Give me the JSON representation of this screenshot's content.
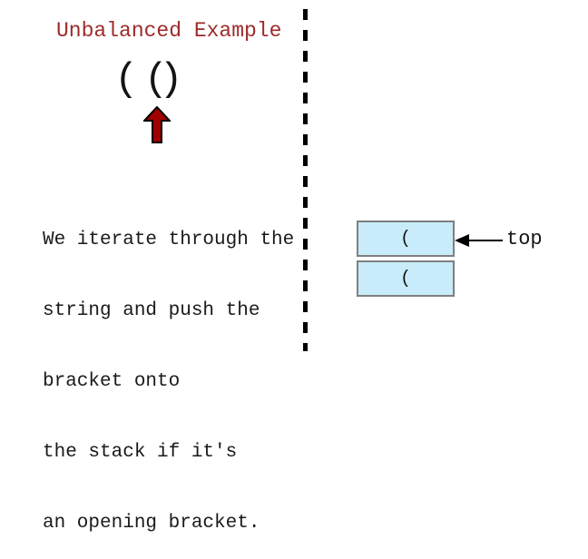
{
  "colors": {
    "title_text": "#9E2B2B",
    "arrow_fill": "#A00000",
    "arrow_outline": "#000000",
    "box_fill": "#C8ECF9",
    "box_border": "#7F7F7F",
    "divider": "#000000",
    "body_text": "#1A1A1A"
  },
  "left_panel": {
    "title": "Unbalanced Example",
    "brackets": "( ()",
    "description": {
      "lines": [
        "We iterate through the",
        "string and push the",
        "bracket onto",
        "the stack if it's",
        "an opening bracket."
      ]
    }
  },
  "stack_panel": {
    "items": [
      {
        "value": "("
      },
      {
        "value": "("
      }
    ],
    "top_label": "top"
  }
}
